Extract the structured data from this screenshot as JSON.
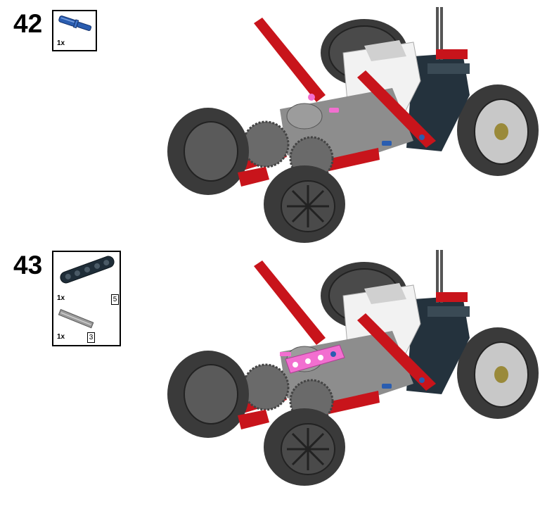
{
  "steps": [
    {
      "number": "42",
      "parts": [
        {
          "quantity": "1x",
          "part": "blue-axle-pin-icon",
          "color": "#2a5db0"
        }
      ]
    },
    {
      "number": "43",
      "parts": [
        {
          "quantity": "1x",
          "part": "dark-beam-icon",
          "color": "#1f2d38",
          "length": "5"
        },
        {
          "quantity": "1x",
          "part": "grey-axle-icon",
          "color": "#9a9a9a",
          "length": "3"
        }
      ]
    }
  ],
  "colors": {
    "red": "#c8141b",
    "dark": "#24323d",
    "grey": "#8d8d8d",
    "light_grey": "#c9c9c9",
    "white": "#f2f2f2",
    "tire": "#3a3a3a",
    "magenta": "#f26fd0",
    "blue": "#2a5db0"
  }
}
